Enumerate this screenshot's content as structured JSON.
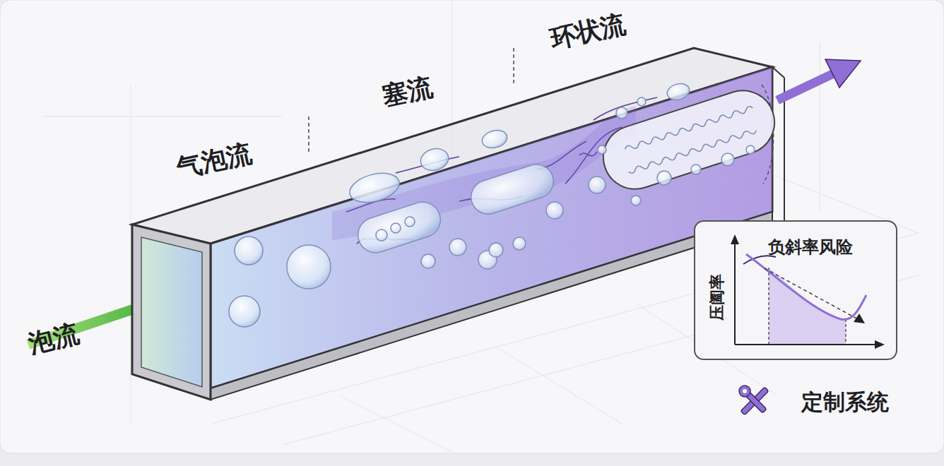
{
  "diagram": {
    "nodes": [
      {
        "text": [
          "负斜率风险",
          "压阖率"
        ]
      }
    ],
    "labels": [
      "气泡流",
      "塞流",
      "环状流",
      "泡流",
      "定制系统"
    ]
  }
}
